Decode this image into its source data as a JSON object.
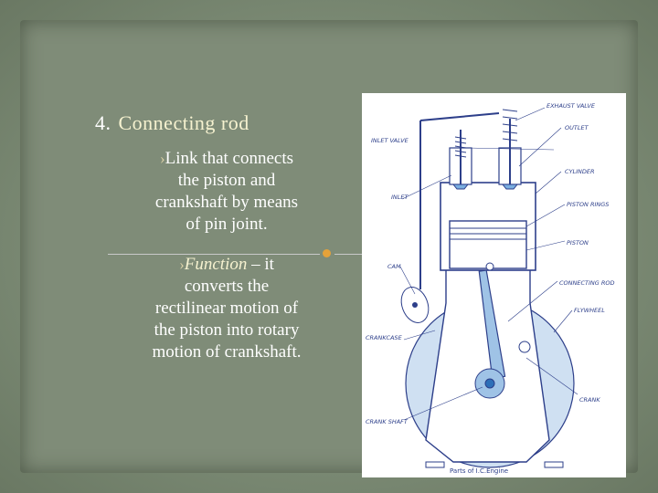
{
  "slide": {
    "title_number": "4.",
    "title": "Connecting rod",
    "bullet1_arrow": "›",
    "bullet1_lines": [
      "Link that connects",
      "the piston and",
      "crankshaft by means",
      "of pin joint."
    ],
    "bullet2_arrow": "›",
    "bullet2_label": "Function",
    "bullet2_first": " – it",
    "bullet2_lines": [
      "converts the",
      "rectilinear motion of",
      "the piston into rotary",
      "motion of crankshaft."
    ]
  },
  "figure": {
    "labels": {
      "exhaust_valve": "EXHAUST VALVE",
      "inlet_valve": "INLET VALVE",
      "outlet": "OUTLET",
      "cylinder": "CYLINDER",
      "inlet": "INLET",
      "piston_rings": "PISTON RINGS",
      "piston": "PISTON",
      "cam": "CAM",
      "connecting_rod": "CONNECTING ROD",
      "flywheel": "FLYWHEEL",
      "crankcase": "CRANKCASE",
      "crank": "CRANK",
      "crankshaft": "CRANK SHAFT"
    },
    "caption": "Parts of I.C.Engine"
  },
  "colors": {
    "ink": "#2d3f8a",
    "accent": "#e5a23a",
    "diagram_fill": "#9fc3e6"
  }
}
